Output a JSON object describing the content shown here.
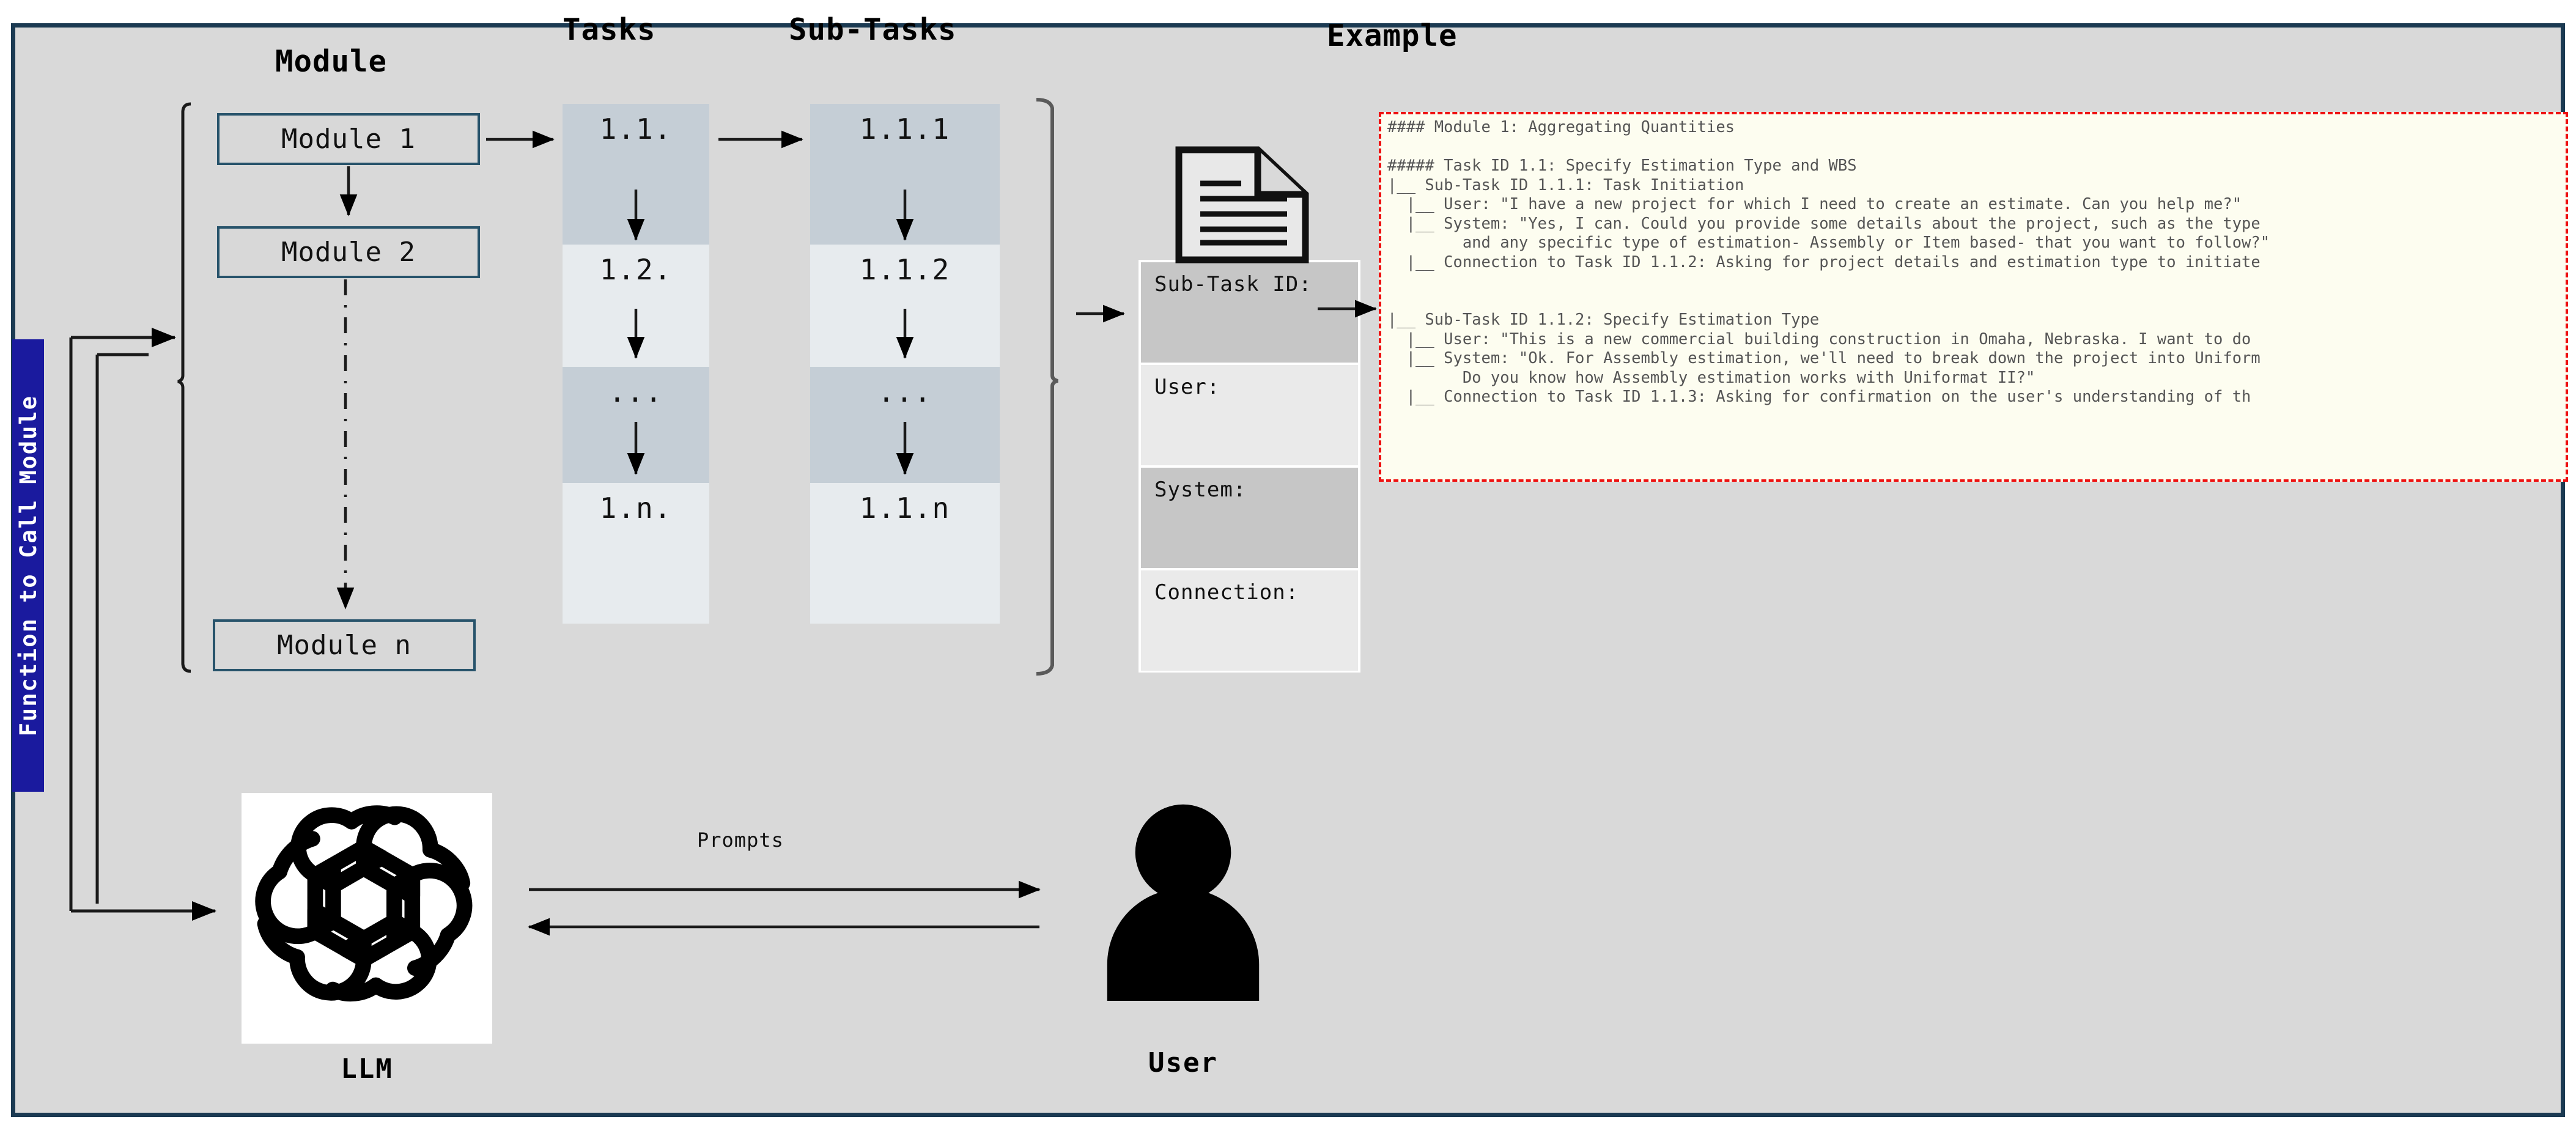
{
  "frame": {
    "background": "#d9d9d9",
    "border_color": "#1b3a52"
  },
  "headers": {
    "module": "Module",
    "tasks": "Tasks",
    "subtasks": "Sub-Tasks",
    "example": "Example"
  },
  "side_label": {
    "text": "Function to Call Module",
    "background": "#1a1a9e",
    "color": "#ffffff"
  },
  "modules": [
    {
      "label": "Module 1"
    },
    {
      "label": "Module 2"
    },
    {
      "label": "Module n"
    }
  ],
  "tasks": [
    {
      "label": "1.1.",
      "shade": "dark"
    },
    {
      "label": "1.2.",
      "shade": "light"
    },
    {
      "label": "...",
      "shade": "dark"
    },
    {
      "label": "1.n.",
      "shade": "light"
    }
  ],
  "subtasks": [
    {
      "label": "1.1.1",
      "shade": "dark"
    },
    {
      "label": "1.1.2",
      "shade": "light"
    },
    {
      "label": "...",
      "shade": "dark"
    },
    {
      "label": "1.1.n",
      "shade": "light"
    }
  ],
  "subtask_table": {
    "rows": [
      {
        "label": "Sub-Task ID:",
        "shade": "dark"
      },
      {
        "label": "User:",
        "shade": "light"
      },
      {
        "label": "System:",
        "shade": "dark"
      },
      {
        "label": "Connection:",
        "shade": "light"
      }
    ]
  },
  "example": {
    "border_color": "#ee1111",
    "background": "#fdfdf0",
    "text": "#### Module 1: Aggregating Quantities\n\n##### Task ID 1.1: Specify Estimation Type and WBS\n|__ Sub-Task ID 1.1.1: Task Initiation\n  |__ User: \"I have a new project for which I need to create an estimate. Can you help me?\"\n  |__ System: \"Yes, I can. Could you provide some details about the project, such as the type\n        and any specific type of estimation- Assembly or Item based- that you want to follow?\"\n  |__ Connection to Task ID 1.1.2: Asking for project details and estimation type to initiate\n\n\n|__ Sub-Task ID 1.1.2: Specify Estimation Type\n  |__ User: \"This is a new commercial building construction in Omaha, Nebraska. I want to do\n  |__ System: \"Ok. For Assembly estimation, we'll need to break down the project into Uniform\n        Do you know how Assembly estimation works with Uniformat II?\"\n  |__ Connection to Task ID 1.1.3: Asking for confirmation on the user's understanding of th"
  },
  "llm": {
    "label": "LLM",
    "icon": "openai-logo"
  },
  "user": {
    "label": "User",
    "icon": "person-icon"
  },
  "prompts": {
    "label": "Prompts"
  },
  "document_icon": {
    "name": "document-icon"
  }
}
